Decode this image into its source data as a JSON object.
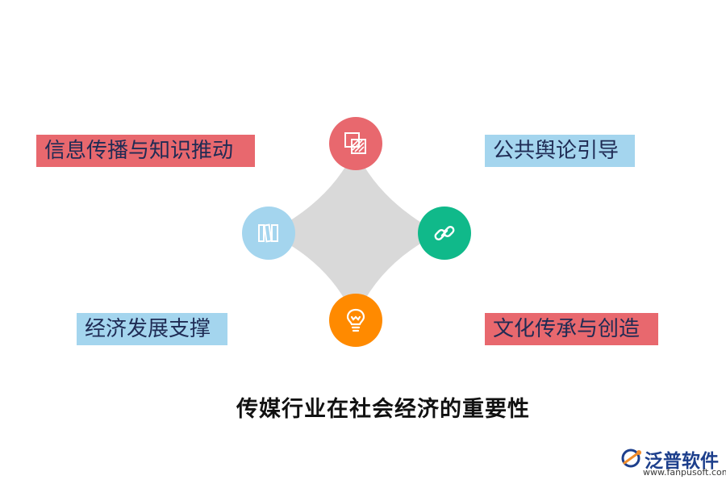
{
  "title": "传媒行业在社会经济的重要性",
  "items": [
    {
      "label": "信息传播与知识推动",
      "icon": "squares-stripe-icon",
      "color": "#e8686e"
    },
    {
      "label": "公共舆论引导",
      "icon": "link-chain-icon",
      "color": "#10b98a"
    },
    {
      "label": "经济发展支撑",
      "icon": "books-icon",
      "color": "#a4d5ee"
    },
    {
      "label": "文化传承与创造",
      "icon": "lightbulb-icon",
      "color": "#ff8a00"
    }
  ],
  "center_shape_color": "#d9d9d9",
  "logo": {
    "name": "泛普软件",
    "url": "www.fanpusoft.com",
    "color": "#1d3f8c"
  }
}
